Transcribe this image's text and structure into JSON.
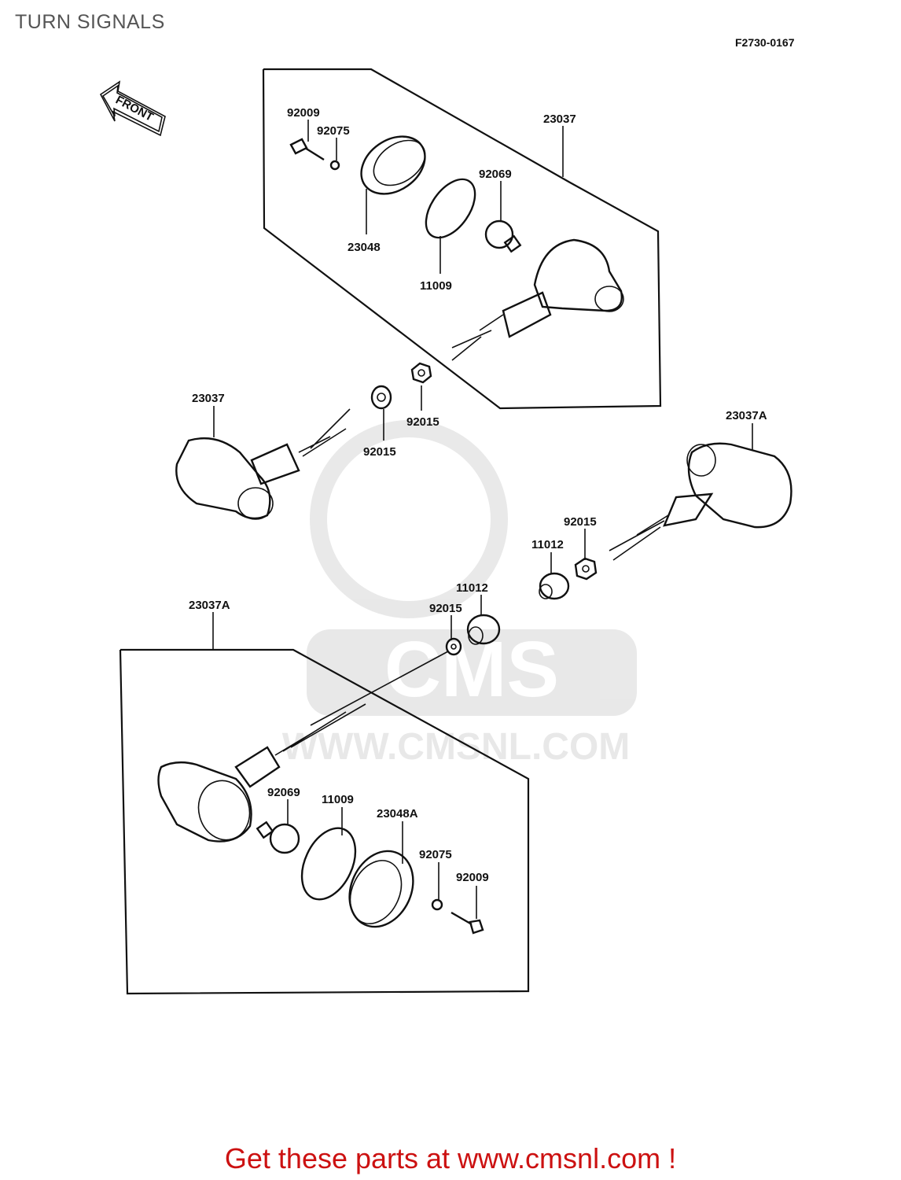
{
  "header": {
    "title": "TURN SIGNALS",
    "diagram_code": "F2730-0167"
  },
  "front_arrow": {
    "label": "FRONT"
  },
  "watermark": {
    "text": "WWW.CMSNL.COM",
    "logo": "CMS"
  },
  "callouts": {
    "top_bolt": "92009",
    "top_washer": "92075",
    "top_assembly": "23037",
    "top_bulb": "92069",
    "top_lens": "23048",
    "top_gasket": "11009",
    "top_nut": "92015",
    "left_assembly": "23037",
    "left_nut": "92015",
    "right_assembly": "23037A",
    "right_nut": "92015",
    "right_collar": "11012",
    "center_collar": "11012",
    "center_nut": "92015",
    "bottom_assembly": "23037A",
    "bottom_bulb": "92069",
    "bottom_gasket": "11009",
    "bottom_lens": "23048A",
    "bottom_washer": "92075",
    "bottom_bolt": "92009"
  },
  "footer": {
    "text": "Get these parts at www.cmsnl.com !"
  }
}
